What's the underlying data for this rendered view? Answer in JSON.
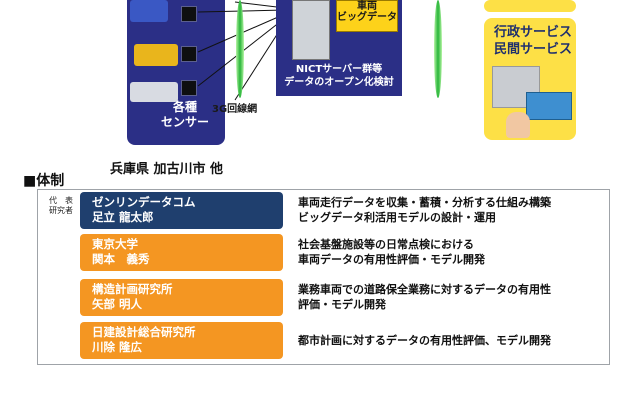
{
  "diagram": {
    "sensor_label_line1": "各種",
    "sensor_label_line2": "センサー",
    "network_label": "3G回線網",
    "hub": {
      "badge_line1": "車両",
      "badge_line2": "ビッグデータ",
      "line1": "NICTサーバー群等",
      "line2": "データのオープン化検討"
    },
    "services": {
      "line1": "行政サービス",
      "line2": "民間サービス"
    },
    "region": "兵庫県 加古川市 他"
  },
  "org": {
    "heading": "■体制",
    "rep_label_line1": "代　表",
    "rep_label_line2": "研究者",
    "rows": [
      {
        "org": "ゼンリンデータコム",
        "person": "足立 龍太郎",
        "desc1": "車両走行データを収集・蓄積・分析する仕組み構築",
        "desc2": "ビッグデータ利活用モデルの設計・運用",
        "color": "#1f3f6e"
      },
      {
        "org": "東京大学",
        "person": "関本　義秀",
        "desc1": "社会基盤施設等の日常点検における",
        "desc2": "車両データの有用性評価・モデル開発",
        "color": "#f49622"
      },
      {
        "org": "構造計画研究所",
        "person": "矢部 明人",
        "desc1": "業務車両での道路保全業務に対するデータの有用性",
        "desc2": "評価・モデル開発",
        "color": "#f49622"
      },
      {
        "org": "日建設計総合研究所",
        "person": "川除 隆広",
        "desc1": "都市計画に対するデータの有用性評価、モデル開発",
        "desc2": "",
        "color": "#f49622"
      }
    ]
  }
}
